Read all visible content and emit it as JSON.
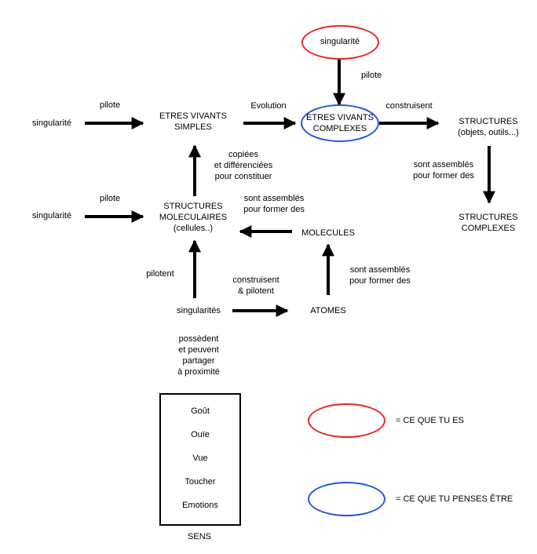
{
  "colors": {
    "self": "#e8262b",
    "perceived": "#2456d6",
    "ink": "#000000"
  },
  "nodes": {
    "singularite_top": "singularité",
    "singularite_1": "singularité",
    "singularite_2": "singularité",
    "etres_simples": [
      "ETRES VIVANTS",
      "SIMPLES"
    ],
    "etres_complexes": [
      "ETRES VIVANTS",
      "COMPLEXES"
    ],
    "structures": [
      "STRUCTURES",
      "(objets, outils...)"
    ],
    "structures_complexes": [
      "STRUCTURES",
      "COMPLEXES"
    ],
    "structures_moleculaires": [
      "STRUCTURES",
      "MOLECULAIRES",
      "(cellules..)"
    ],
    "molecules": "MOLECULES",
    "atomes": "ATOMES",
    "singularites": "singularités"
  },
  "edges": {
    "pilote_top": "pilote",
    "pilote_1": "pilote",
    "pilote_2": "pilote",
    "evolution": "Evolution",
    "construisent": "construisent",
    "copiees": [
      "copiées",
      "et différenciées",
      "pour constituer"
    ],
    "assembles_structures": [
      "sont assemblés",
      "pour former des"
    ],
    "assembles_molecules": [
      "sont assemblés",
      "pour former des"
    ],
    "assembles_atomes": [
      "sont assemblés",
      "pour former des"
    ],
    "pilotent": "pilotent",
    "construisent_pilotent": [
      "construisent",
      "& pilotent"
    ],
    "possedent": [
      "possèdent",
      "et peuvent",
      "partager",
      "à proximité"
    ]
  },
  "sens": {
    "items": [
      "Goût",
      "Ouïe",
      "Vue",
      "Toucher",
      "Emotions"
    ],
    "label": "SENS"
  },
  "legend": {
    "self": "= CE QUE TU ES",
    "perceived": "= CE QUE TU PENSES ÊTRE"
  }
}
